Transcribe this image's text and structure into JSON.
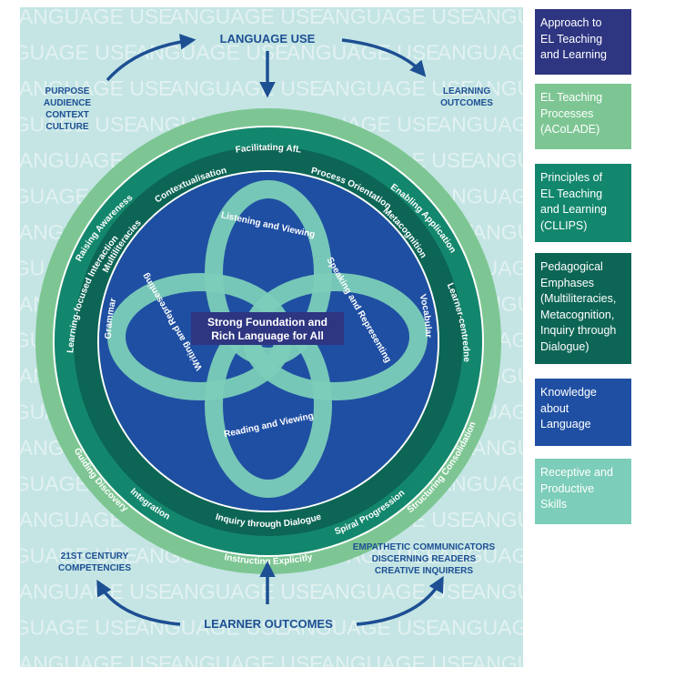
{
  "diagram": {
    "background_word": "LANGUAGE USE",
    "top_title": "LANGUAGE USE",
    "left_top_list": [
      "PURPOSE",
      "AUDIENCE",
      "CONTEXT",
      "CULTURE"
    ],
    "right_top_list": [
      "LEARNING",
      "OUTCOMES"
    ],
    "bottom_title": "LEARNER OUTCOMES",
    "left_bottom_list": [
      "21ST CENTURY",
      "COMPETENCIES"
    ],
    "right_bottom_list": [
      "EMPATHETIC COMMUNICATORS",
      "DISCERNING READERS",
      "CREATIVE INQUIRERS"
    ],
    "acolade_ring": [
      "Facilitating AfL",
      "Enabling Application",
      "Structuring Consolidation",
      "Instructing Explicitly",
      "Guiding Discovery",
      "Raising Awareness"
    ],
    "cllips_ring": [
      "Process Orientation",
      "Learner-centredness",
      "Spiral Progression",
      "Integration",
      "Learning-focused Interaction",
      "Contextualisation"
    ],
    "emphases_ring": [
      "Metacognition",
      "Inquiry through Dialogue",
      "Multiliteracies"
    ],
    "knowledge_ring": [
      "Vocabulary",
      "Grammar"
    ],
    "loops": [
      "Listening and Viewing",
      "Speaking and Representing",
      "Reading and Viewing",
      "Writing and Representing"
    ],
    "center_text": [
      "Strong Foundation and",
      "Rich Language for All"
    ]
  },
  "legend": [
    {
      "lines": [
        "Approach to",
        "EL Teaching",
        "and Learning"
      ],
      "color": "#2e3581",
      "text_color": "#ffffff"
    },
    {
      "lines": [
        "EL Teaching",
        "Processes",
        "(ACoLADE)"
      ],
      "color": "#7dc693",
      "text_color": "#ffffff"
    },
    {
      "lines": [
        "Principles of",
        "EL Teaching",
        "and Learning",
        "(CLLIPS)"
      ],
      "color": "#13876d",
      "text_color": "#ffffff"
    },
    {
      "lines": [
        "Pedagogical",
        "Emphases",
        "(Multiliteracies,",
        "Metacognition,",
        "Inquiry through",
        "Dialogue)"
      ],
      "color": "#0c6555",
      "text_color": "#ffffff"
    },
    {
      "lines": [
        "Knowledge",
        "about",
        "Language"
      ],
      "color": "#1f4fa2",
      "text_color": "#ffffff"
    },
    {
      "lines": [
        "Receptive and",
        "Productive",
        "Skills"
      ],
      "color": "#7ccdb9",
      "text_color": "#ffffff"
    }
  ],
  "colors": {
    "panel_bg": "#c4e5e4",
    "bg_word": "#e2f1f1",
    "arrow": "#1d4f93",
    "outer_ring": "#7dc693",
    "cllips_ring": "#13876d",
    "emphases_ring": "#0c6555",
    "knowledge_disc": "#1f4fa2",
    "loops": "#7ccdb9",
    "center_box": "#2e3581"
  }
}
